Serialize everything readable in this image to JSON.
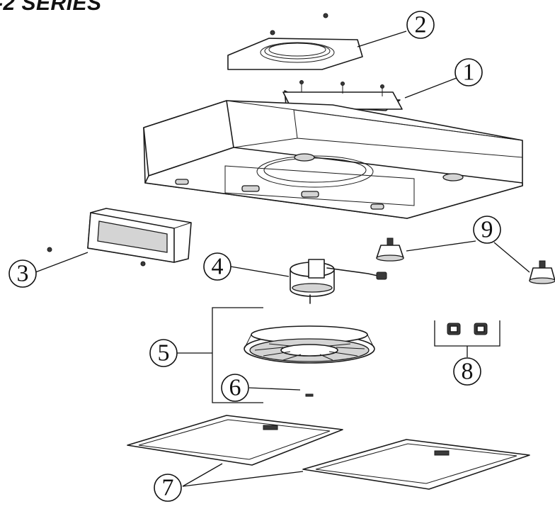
{
  "title": "-2 SERIES",
  "callouts": [
    "1",
    "2",
    "3",
    "4",
    "5",
    "6",
    "7",
    "8",
    "9"
  ]
}
